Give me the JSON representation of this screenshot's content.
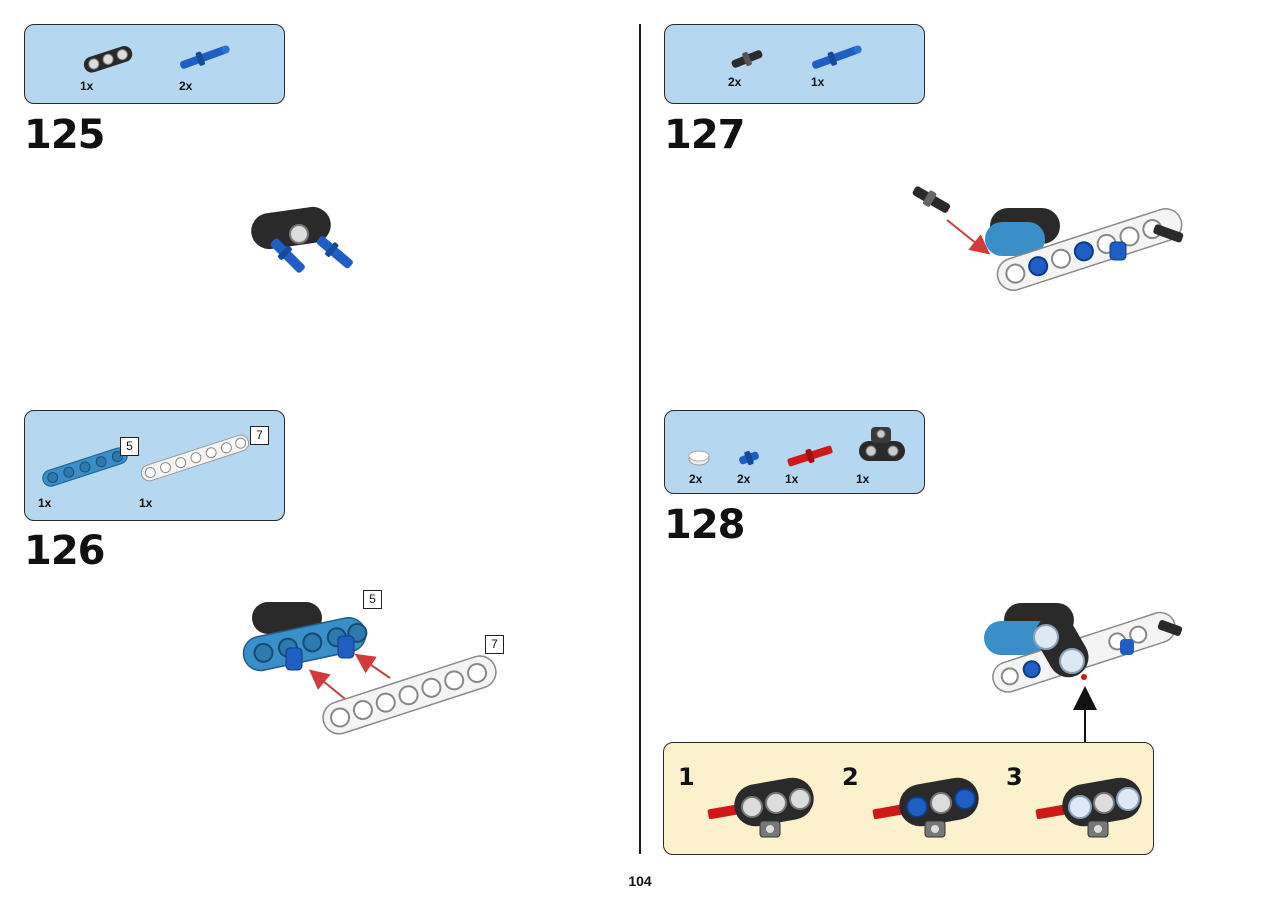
{
  "page_number": "104",
  "steps": [
    {
      "number": "125",
      "parts": [
        {
          "qty": "1x",
          "icon": "black-beam-3-icon"
        },
        {
          "qty": "2x",
          "icon": "blue-axle-pin-icon"
        }
      ]
    },
    {
      "number": "126",
      "parts": [
        {
          "qty": "1x",
          "icon": "azure-beam-5-icon",
          "length": "5"
        },
        {
          "qty": "1x",
          "icon": "white-beam-7-icon",
          "length": "7"
        }
      ],
      "callouts": [
        "5",
        "7"
      ]
    },
    {
      "number": "127",
      "parts": [
        {
          "qty": "2x",
          "icon": "black-pin-icon"
        },
        {
          "qty": "1x",
          "icon": "blue-axle-pin-icon"
        }
      ]
    },
    {
      "number": "128",
      "parts": [
        {
          "qty": "2x",
          "icon": "white-bush-icon"
        },
        {
          "qty": "2x",
          "icon": "blue-pin-icon"
        },
        {
          "qty": "1x",
          "icon": "red-axle-icon"
        },
        {
          "qty": "1x",
          "icon": "black-connector-icon"
        }
      ],
      "substeps": [
        "1",
        "2",
        "3"
      ]
    }
  ],
  "colors": {
    "parts_box": "#b6d7f0",
    "substep_box": "#fbf2cd",
    "arrow": "#d33a3a",
    "lego_blue": "#1f5fc4",
    "lego_azure": "#3a8fc8",
    "lego_black": "#2a2a2a",
    "lego_red": "#d01818"
  }
}
